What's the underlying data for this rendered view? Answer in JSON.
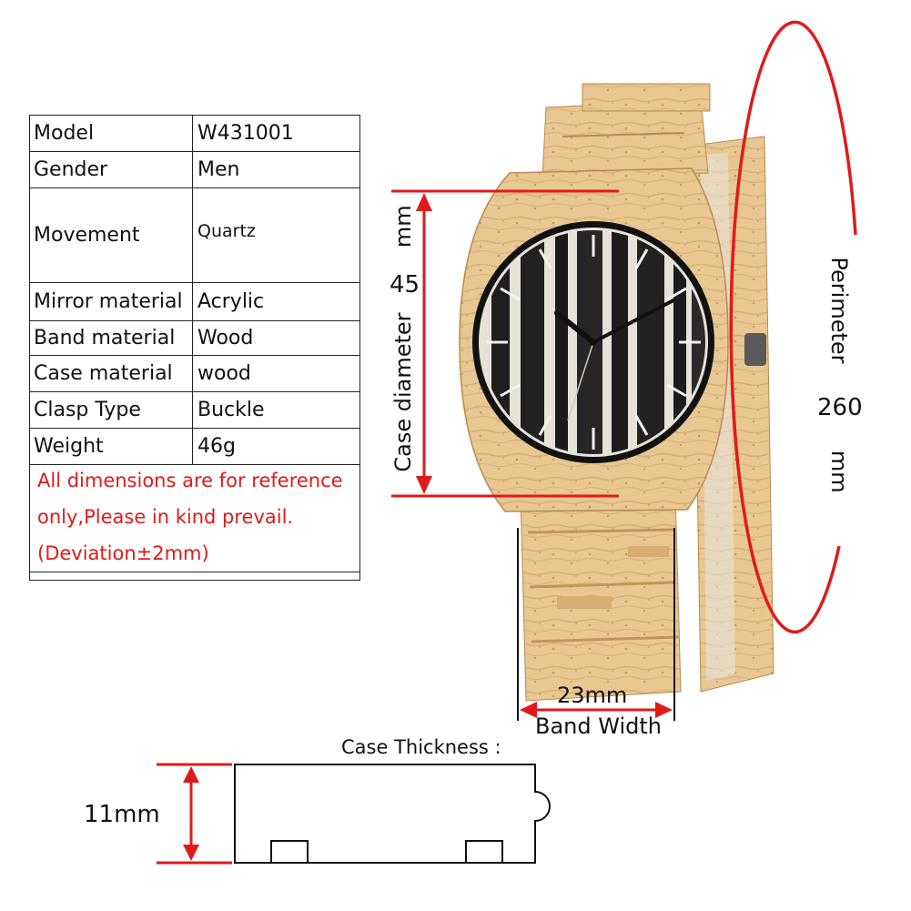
{
  "spec_table": {
    "rows": [
      {
        "label": "Model",
        "value": "W431001"
      },
      {
        "label": "Gender",
        "value": "Men"
      },
      {
        "label": "Movement",
        "value": "Quartz"
      },
      {
        "label": "Mirror material",
        "value": "Acrylic"
      },
      {
        "label": "Band material",
        "value": "Wood"
      },
      {
        "label": "Case material",
        "value": "wood"
      },
      {
        "label": "Clasp Type",
        "value": "Buckle"
      },
      {
        "label": "Weight",
        "value": "46g"
      }
    ],
    "note_lines": [
      "All dimensions are for reference",
      "only,Please in kind prevail.",
      "(Deviation±2mm)"
    ]
  },
  "dimensions": {
    "case_diameter_value": "45",
    "case_diameter_label": "Case diameter",
    "case_diameter_unit": "mm",
    "perimeter_label": "Perimeter",
    "perimeter_value": "260",
    "perimeter_unit": "mm",
    "band_width_value": "23mm",
    "band_width_label": "Band Width",
    "thickness_title": "Case Thickness :",
    "thickness_value": "11mm"
  },
  "colors": {
    "accent_red": "#e01a1a",
    "wood": "#e8c48e",
    "wood_dark": "#c99a5b",
    "dial_dark": "#1c1c1c",
    "dial_light": "#e6e2da"
  }
}
